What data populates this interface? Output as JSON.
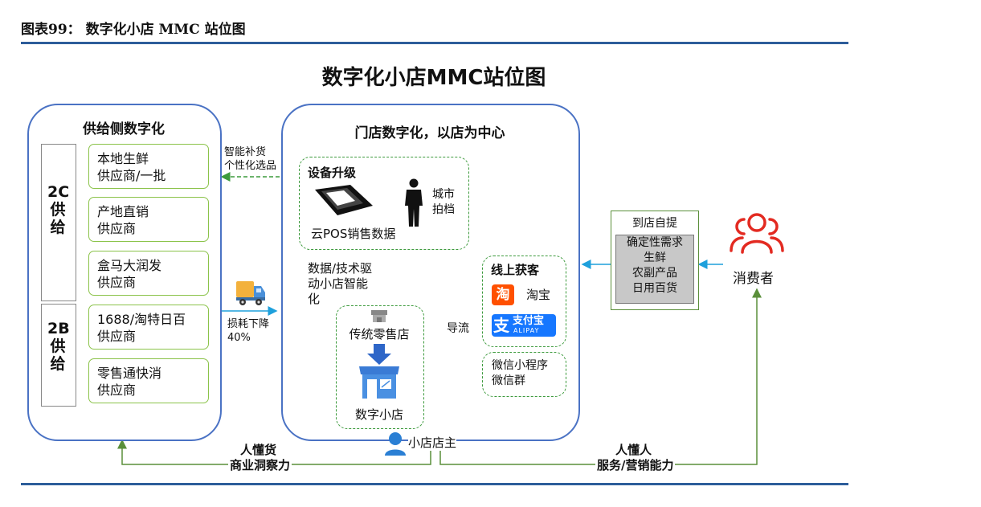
{
  "figure": {
    "caption": "图表99：  数字化小店 MMC 站位图",
    "title": "数字化小店MMC站位图"
  },
  "supply_panel": {
    "title": "供给侧数字化",
    "segments": [
      {
        "label": "2C供给",
        "suppliers": [
          "本地生鲜\n供应商/一批",
          "产地直销\n供应商",
          "盒马大润发\n供应商"
        ]
      },
      {
        "label": "2B供给",
        "suppliers": [
          "1688/淘特日百\n供应商",
          "零售通快消\n供应商"
        ]
      }
    ]
  },
  "store_panel": {
    "title": "门店数字化，以店为中心",
    "equipment": {
      "title": "设备升级",
      "pos_label": "云POS销售数据",
      "person_label": "城市\n拍档"
    },
    "smart_label": "数据/技术驱\n动小店智能\n化",
    "store": {
      "top_label": "传统零售店",
      "bottom_label": "数字小店"
    },
    "online": {
      "title": "线上获客",
      "taobao": "淘宝",
      "taobao_logo": "淘",
      "alipay_logo": "支付宝",
      "alipay_sub": "ALIPAY"
    },
    "wechat": "微信小程序\n微信群",
    "guide_label": "导流",
    "owner_label": "小店店主"
  },
  "arrows": {
    "replenish": "智能补货\n个性化选品",
    "loss": "损耗下降\n40%"
  },
  "pickup": {
    "title": "到店自提",
    "items": "确定性需求\n生鲜\n农副产品\n日用百货"
  },
  "consumer": {
    "label": "消费者"
  },
  "bottom": {
    "left_title": "人懂货",
    "left_sub": "商业洞察力",
    "right_title": "人懂人",
    "right_sub": "服务/营销能力"
  },
  "colors": {
    "panel_border": "#4a72c4",
    "green_dash": "#3c9a3c",
    "supplier_border": "#8bc34a",
    "blue_arrow": "#1ea0dc",
    "consumer_red": "#e32a21"
  }
}
